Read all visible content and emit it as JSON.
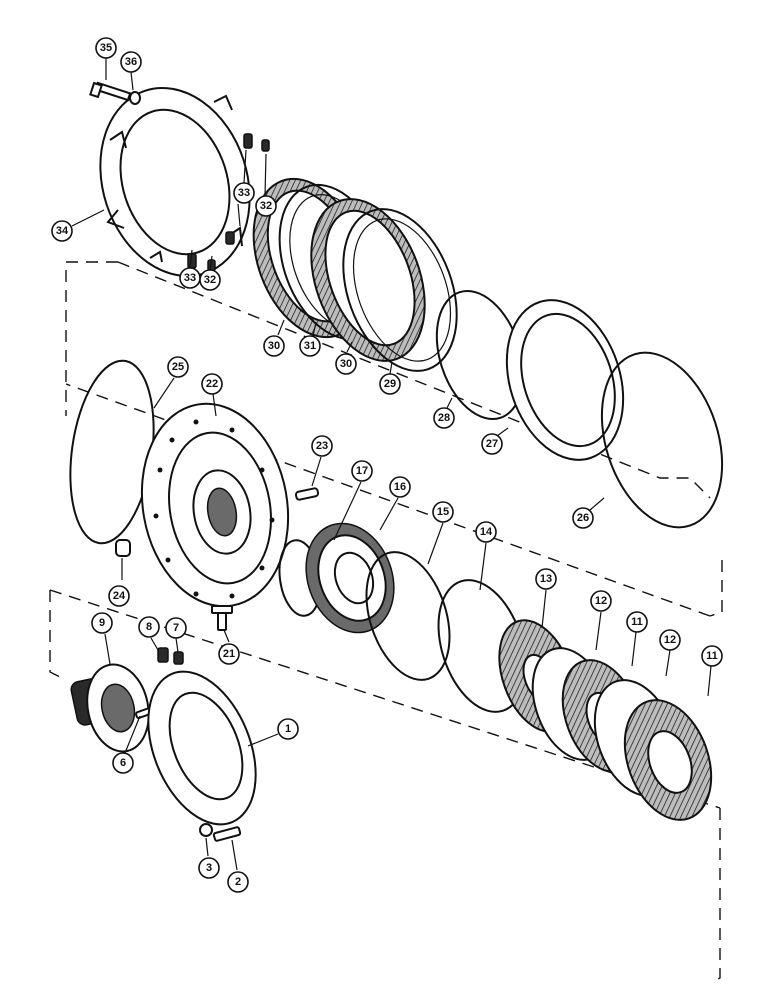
{
  "callouts": [
    {
      "id": "c35",
      "label": "35"
    },
    {
      "id": "c36",
      "label": "36"
    },
    {
      "id": "c34",
      "label": "34"
    },
    {
      "id": "c33a",
      "label": "33"
    },
    {
      "id": "c32a",
      "label": "32"
    },
    {
      "id": "c33b",
      "label": "33"
    },
    {
      "id": "c32b",
      "label": "32"
    },
    {
      "id": "c30a",
      "label": "30"
    },
    {
      "id": "c31",
      "label": "31"
    },
    {
      "id": "c30b",
      "label": "30"
    },
    {
      "id": "c29",
      "label": "29"
    },
    {
      "id": "c28",
      "label": "28"
    },
    {
      "id": "c27",
      "label": "27"
    },
    {
      "id": "c26",
      "label": "26"
    },
    {
      "id": "c25",
      "label": "25"
    },
    {
      "id": "c22",
      "label": "22"
    },
    {
      "id": "c23",
      "label": "23"
    },
    {
      "id": "c17",
      "label": "17"
    },
    {
      "id": "c16",
      "label": "16"
    },
    {
      "id": "c15",
      "label": "15"
    },
    {
      "id": "c14",
      "label": "14"
    },
    {
      "id": "c13",
      "label": "13"
    },
    {
      "id": "c12a",
      "label": "12"
    },
    {
      "id": "c11a",
      "label": "11"
    },
    {
      "id": "c12b",
      "label": "12"
    },
    {
      "id": "c11b",
      "label": "11"
    },
    {
      "id": "c24",
      "label": "24"
    },
    {
      "id": "c21",
      "label": "21"
    },
    {
      "id": "c9",
      "label": "9"
    },
    {
      "id": "c8",
      "label": "8"
    },
    {
      "id": "c7",
      "label": "7"
    },
    {
      "id": "c6",
      "label": "6"
    },
    {
      "id": "c1",
      "label": "1"
    },
    {
      "id": "c3",
      "label": "3"
    },
    {
      "id": "c2",
      "label": "2"
    }
  ]
}
